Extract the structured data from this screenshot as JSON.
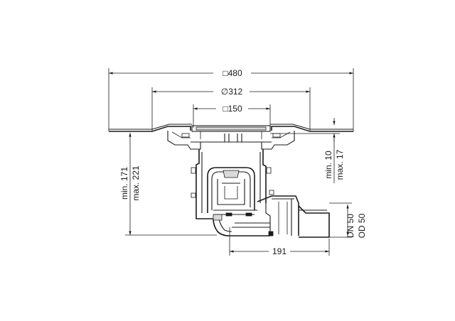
{
  "dimensions": {
    "width_outer": "□480",
    "diameter": "∅312",
    "width_grate": "□150",
    "height_min": "min. 171",
    "height_max": "max. 221",
    "offset_min": "min. 10",
    "offset_max": "max. 17",
    "outlet_length": "191",
    "dn": "DN 50",
    "od": "OD 50"
  },
  "colors": {
    "line": "#1a1a1a",
    "fill": "#d9d9d9",
    "background": "#ffffff"
  }
}
